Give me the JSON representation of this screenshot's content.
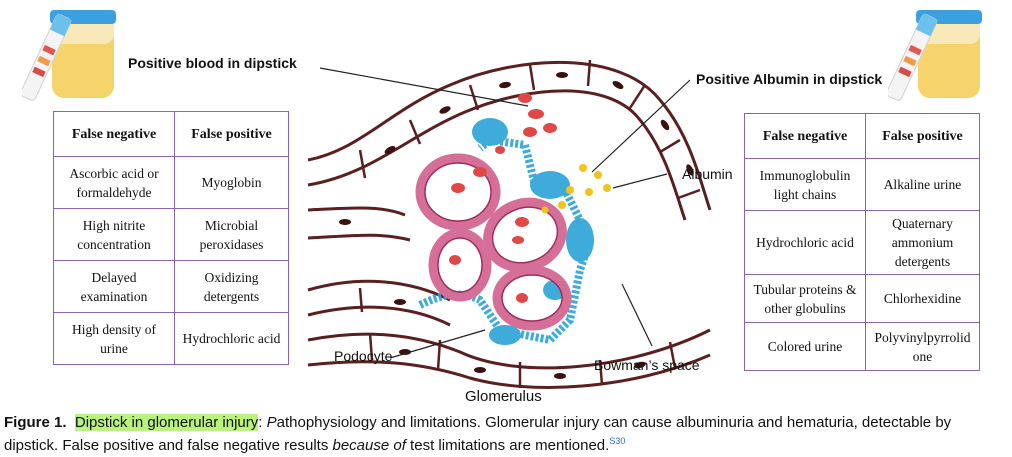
{
  "labels": {
    "positive_blood": "Positive blood in dipstick",
    "positive_albumin": "Positive Albumin in dipstick",
    "albumin": "Albumin",
    "podocyte": "Podocyte",
    "bowmans_space": "Bowman’s space",
    "glomerulus": "Glomerulus"
  },
  "table_left": {
    "headers": [
      "False negative",
      "False positive"
    ],
    "rows": [
      [
        "Ascorbic acid or formaldehyde",
        "Myoglobin"
      ],
      [
        "High nitrite concentration",
        "Microbial peroxidases"
      ],
      [
        "Delayed examination",
        "Oxidizing detergents"
      ],
      [
        "High density of urine",
        "Hydrochloric acid"
      ]
    ]
  },
  "table_right": {
    "headers": [
      "False negative",
      "False positive"
    ],
    "rows": [
      [
        "Immunoglobulin light chains",
        "Alkaline urine"
      ],
      [
        "Hydrochloric acid",
        "Quaternary ammonium detergents"
      ],
      [
        "Tubular proteins & other globulins",
        "Chlorhexidine"
      ],
      [
        "Colored urine",
        "Polyvinylpyrrolid one"
      ]
    ]
  },
  "caption": {
    "figure_label": "Figure 1.",
    "highlight": "Dipstick in glomerular injury",
    "part1": ": ",
    "italic_p": "P",
    "part2": "athophysiology and limitations. Glomerular injury can cause albuminuria and hematuria, detectable by dipstick. False positive and false negative results ",
    "italic_because": "because of",
    "part3": " test limitations are mentioned.",
    "superscript": "S30"
  },
  "colors": {
    "table_border": "#8a63b5",
    "vessel_wall": "#5a1f1f",
    "capillary": "#d66f98",
    "podocyte": "#2ba3d6",
    "rbc": "#e04848",
    "albumin": "#f2c21d",
    "highlight": "#b9f27c"
  }
}
